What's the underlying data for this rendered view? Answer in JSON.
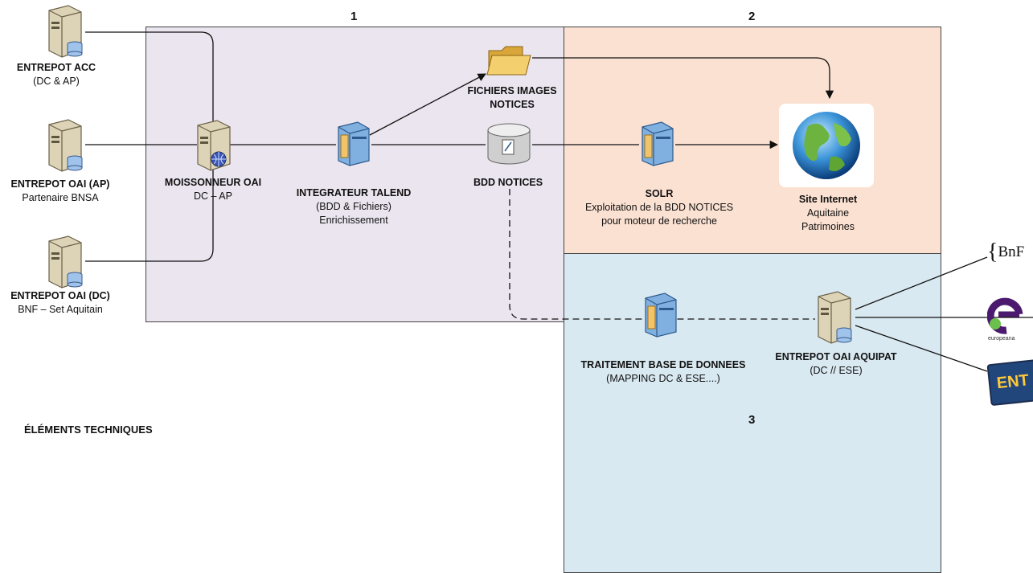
{
  "zones": [
    {
      "number": "1"
    },
    {
      "number": "2"
    },
    {
      "number": "3"
    }
  ],
  "nodes": {
    "entrepot_acc": {
      "title": "ENTREPOT ACC",
      "lines": [
        "(DC & AP)"
      ]
    },
    "entrepot_oai_ap": {
      "title": "ENTREPOT OAI (AP)",
      "lines": [
        "Partenaire BNSA"
      ]
    },
    "entrepot_oai_dc": {
      "title": "ENTREPOT OAI (DC)",
      "lines": [
        "BNF – Set Aquitain"
      ]
    },
    "moissonneur": {
      "title": "MOISSONNEUR OAI",
      "lines": [
        "DC – AP"
      ]
    },
    "integrateur": {
      "title": "INTEGRATEUR TALEND",
      "lines": [
        "(BDD & Fichiers)",
        "Enrichissement"
      ]
    },
    "fichiers": {
      "title_lines": [
        "FICHIERS IMAGES",
        "NOTICES"
      ]
    },
    "bdd": {
      "title": "BDD NOTICES"
    },
    "solr": {
      "title": "SOLR",
      "lines": [
        "Exploitation de la BDD NOTICES",
        "pour moteur de recherche"
      ]
    },
    "site": {
      "title": "Site Internet",
      "lines": [
        "Aquitaine",
        "Patrimoines"
      ]
    },
    "traitement": {
      "title": "TRAITEMENT BASE DE DONNEES",
      "lines": [
        "(MAPPING DC & ESE....)"
      ]
    },
    "entrepot_aquipat": {
      "title": "ENTREPOT OAI AQUIPAT",
      "lines": [
        "(DC // ESE)"
      ]
    }
  },
  "partners": {
    "bnf": "BnF",
    "europeana": "europeana",
    "ent": "ENT"
  },
  "footer": "ÉLÉMENTS TECHNIQUES"
}
